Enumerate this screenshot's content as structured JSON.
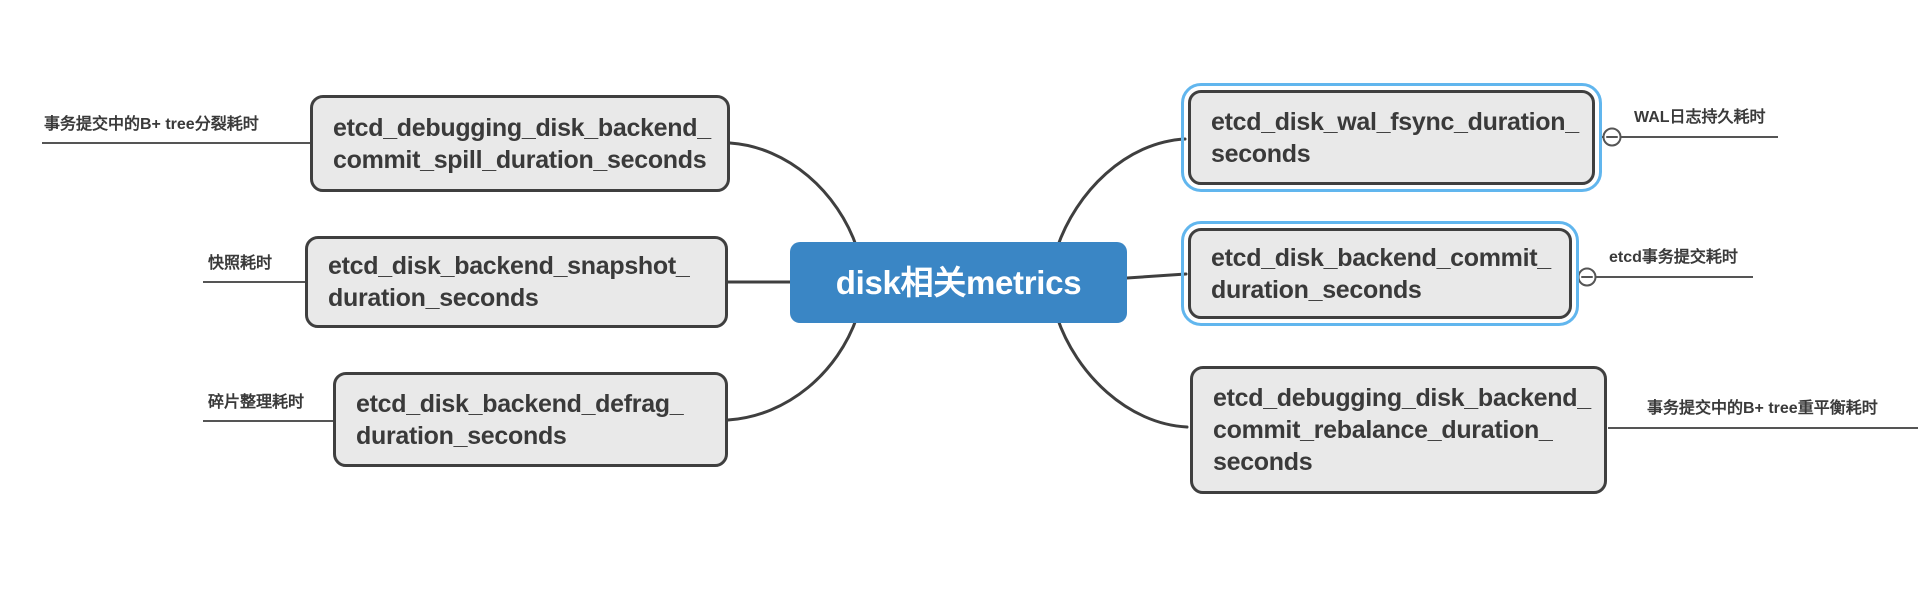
{
  "root": {
    "label": "disk相关metrics"
  },
  "left_branches": [
    {
      "metric": "etcd_debugging_disk_backend_commit_spill_duration_seconds",
      "lines": [
        "etcd_debugging_disk_backend_",
        "commit_spill_duration_seconds"
      ],
      "label": "事务提交中的B+ tree分裂耗时"
    },
    {
      "metric": "etcd_disk_backend_snapshot_duration_seconds",
      "lines": [
        "etcd_disk_backend_snapshot_",
        "duration_seconds"
      ],
      "label": "快照耗时"
    },
    {
      "metric": "etcd_disk_backend_defrag_duration_seconds",
      "lines": [
        "etcd_disk_backend_defrag_",
        "duration_seconds"
      ],
      "label": "碎片整理耗时"
    }
  ],
  "right_branches": [
    {
      "metric": "etcd_disk_wal_fsync_duration_seconds",
      "lines": [
        "etcd_disk_wal_fsync_duration_",
        "seconds"
      ],
      "label": "WAL日志持久耗时",
      "selected": true,
      "collapse_icon": "minus-circle-icon"
    },
    {
      "metric": "etcd_disk_backend_commit_duration_seconds",
      "lines": [
        "etcd_disk_backend_commit_",
        "duration_seconds"
      ],
      "label": "etcd事务提交耗时",
      "selected": true,
      "collapse_icon": "minus-circle-icon"
    },
    {
      "metric": "etcd_debugging_disk_backend_commit_rebalance_duration_seconds",
      "lines": [
        "etcd_debugging_disk_backend_",
        "commit_rebalance_duration_",
        "seconds"
      ],
      "label": "事务提交中的B+ tree重平衡耗时",
      "selected": false
    }
  ],
  "colors": {
    "root_bg": "#3a86c5",
    "root_text": "#ffffff",
    "node_bg": "#e9e9e9",
    "node_border": "#3f3f3f",
    "selection": "#61b6ee",
    "line": "#3f3f3f",
    "thin_line": "#555555",
    "text": "#3a3a3a",
    "canvas_bg": "#ffffff"
  }
}
